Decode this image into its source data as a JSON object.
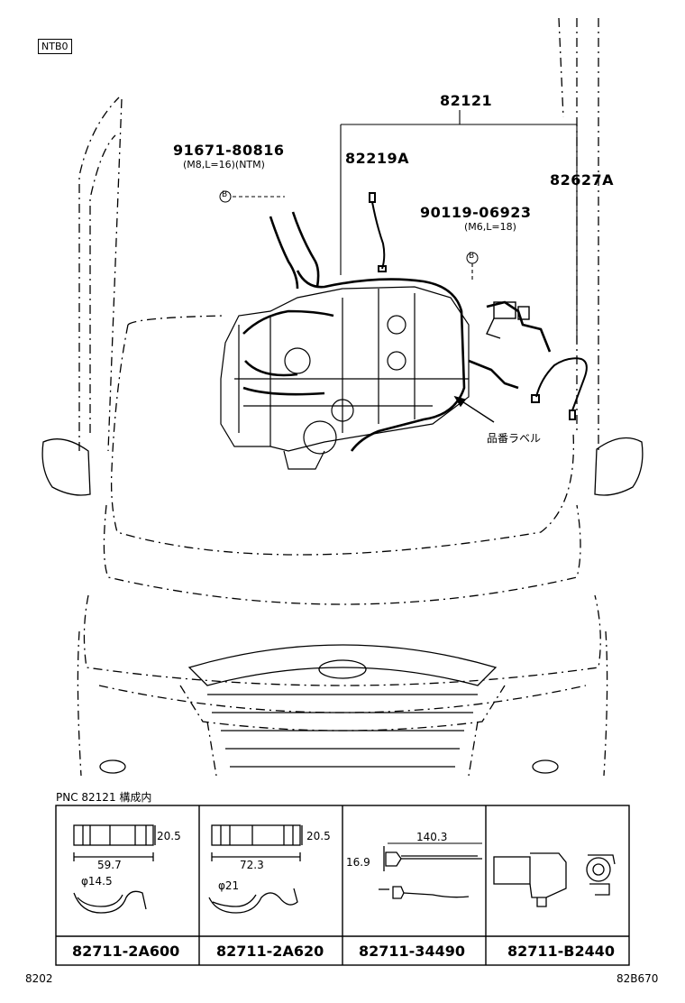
{
  "header": {
    "code_badge": "NTB0"
  },
  "callouts": {
    "main_assembly": "82121",
    "part_bolt_b1": "91671-80816",
    "part_bolt_b1_spec": "(M8,L=16)(NTM)",
    "part_sub_1": "82219A",
    "part_sub_2": "82627A",
    "part_bolt_b2": "90119-06923",
    "part_bolt_b2_spec": "(M6,L=18)",
    "bolt_marker": "B",
    "label_note": "品番ラベル"
  },
  "table": {
    "caption": "PNC 82121 構成内",
    "cells": [
      {
        "part_no": "82711-2A600",
        "dim_h": "20.5",
        "dim_w": "59.7",
        "dim_d": "φ14.5"
      },
      {
        "part_no": "82711-2A620",
        "dim_h": "20.5",
        "dim_w": "72.3",
        "dim_d": "φ21"
      },
      {
        "part_no": "82711-34490",
        "dim_len": "140.3",
        "dim_h": "16.9"
      },
      {
        "part_no": "82711-B2440"
      }
    ]
  },
  "footer": {
    "left_code": "8202",
    "right_code": "82B670"
  }
}
